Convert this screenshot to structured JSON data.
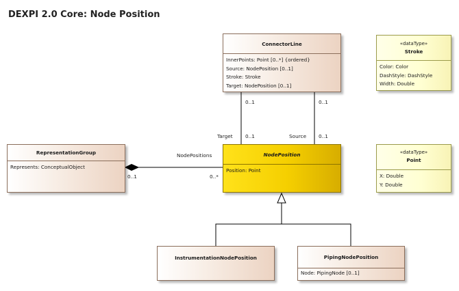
{
  "title": "DEXPI 2.0 Core: Node Position",
  "classes": {
    "connector_line": {
      "name": "ConnectorLine",
      "attributes": [
        "InnerPoints: Point [0..*] {ordered}",
        "Source: NodePosition [0..1]",
        "Stroke: Stroke",
        "Target: NodePosition [0..1]"
      ]
    },
    "stroke": {
      "stereotype": "«dataType»",
      "name": "Stroke",
      "attributes": [
        "Color: Color",
        "DashStyle: DashStyle",
        "Width: Double"
      ]
    },
    "representation_group": {
      "name": "RepresentationGroup",
      "attributes": [
        "Represents: ConceptualObject"
      ]
    },
    "node_position": {
      "name": "NodePosition",
      "attributes": [
        "Position: Point"
      ]
    },
    "point": {
      "stereotype": "«dataType»",
      "name": "Point",
      "attributes": [
        "X: Double",
        "Y: Double"
      ]
    },
    "instrumentation_node_position": {
      "name": "InstrumentationNodePosition"
    },
    "piping_node_position": {
      "name": "PipingNodePosition",
      "attributes": [
        "Node: PipingNode [0..1]"
      ]
    }
  },
  "associations": {
    "target": {
      "role": "Target",
      "source_multiplicity": "0..1",
      "target_multiplicity": "0..1"
    },
    "source": {
      "role": "Source",
      "source_multiplicity": "0..1",
      "target_multiplicity": "0..1"
    },
    "node_positions": {
      "role": "NodePositions",
      "owner_multiplicity": "0..1",
      "member_multiplicity": "0..*"
    }
  }
}
